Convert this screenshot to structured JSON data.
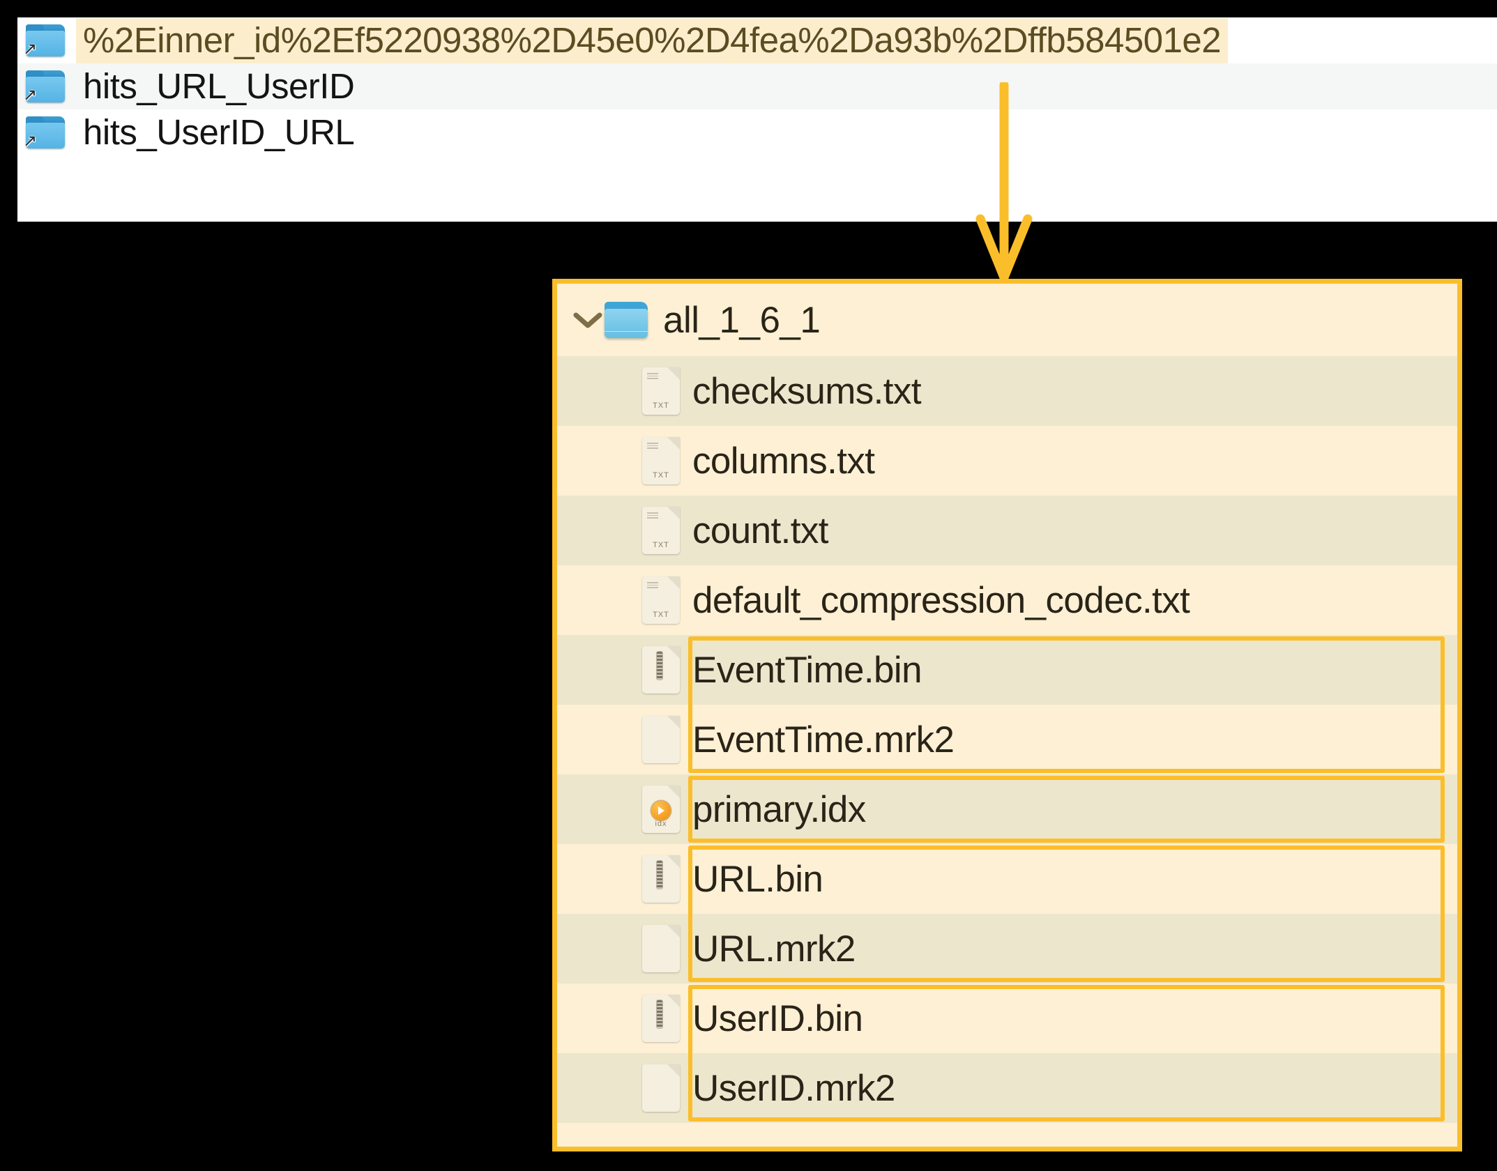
{
  "top_panel": {
    "rows": [
      {
        "icon": "blue-folder-alias-icon",
        "label": "%2Einner_id%2Ef5220938%2D45e0%2D4fea%2Da93b%2Dffb584501e2",
        "highlighted": true
      },
      {
        "icon": "blue-folder-alias-icon",
        "label": "hits_URL_UserID",
        "highlighted": false
      },
      {
        "icon": "blue-folder-alias-icon",
        "label": "hits_UserID_URL",
        "highlighted": false
      }
    ]
  },
  "annotation": {
    "arrow": "down-arrow",
    "accent_color": "#fbbe2b",
    "highlight_bg": "#fceecd"
  },
  "tree_panel": {
    "root": {
      "chevron": "chevron-down-icon",
      "icon": "blue-folder-icon",
      "label": "all_1_6_1"
    },
    "files": [
      {
        "icon": "txt-file-icon",
        "ext": "TXT",
        "label": "checksums.txt"
      },
      {
        "icon": "txt-file-icon",
        "ext": "TXT",
        "label": "columns.txt"
      },
      {
        "icon": "txt-file-icon",
        "ext": "TXT",
        "label": "count.txt"
      },
      {
        "icon": "txt-file-icon",
        "ext": "TXT",
        "label": "default_compression_codec.txt"
      },
      {
        "icon": "bin-file-icon",
        "ext": "",
        "label": "EventTime.bin"
      },
      {
        "icon": "blank-file-icon",
        "ext": "",
        "label": "EventTime.mrk2"
      },
      {
        "icon": "idx-file-icon",
        "ext": "idx",
        "label": "primary.idx"
      },
      {
        "icon": "bin-file-icon",
        "ext": "",
        "label": "URL.bin"
      },
      {
        "icon": "blank-file-icon",
        "ext": "",
        "label": "URL.mrk2"
      },
      {
        "icon": "bin-file-icon",
        "ext": "",
        "label": "UserID.bin"
      },
      {
        "icon": "blank-file-icon",
        "ext": "",
        "label": "UserID.mrk2"
      }
    ],
    "highlight_groups": [
      {
        "name": "eventtime-group",
        "start_index": 4,
        "end_index": 5
      },
      {
        "name": "primary-idx-group",
        "start_index": 6,
        "end_index": 6
      },
      {
        "name": "url-group",
        "start_index": 7,
        "end_index": 8
      },
      {
        "name": "userid-group",
        "start_index": 9,
        "end_index": 10
      }
    ]
  }
}
